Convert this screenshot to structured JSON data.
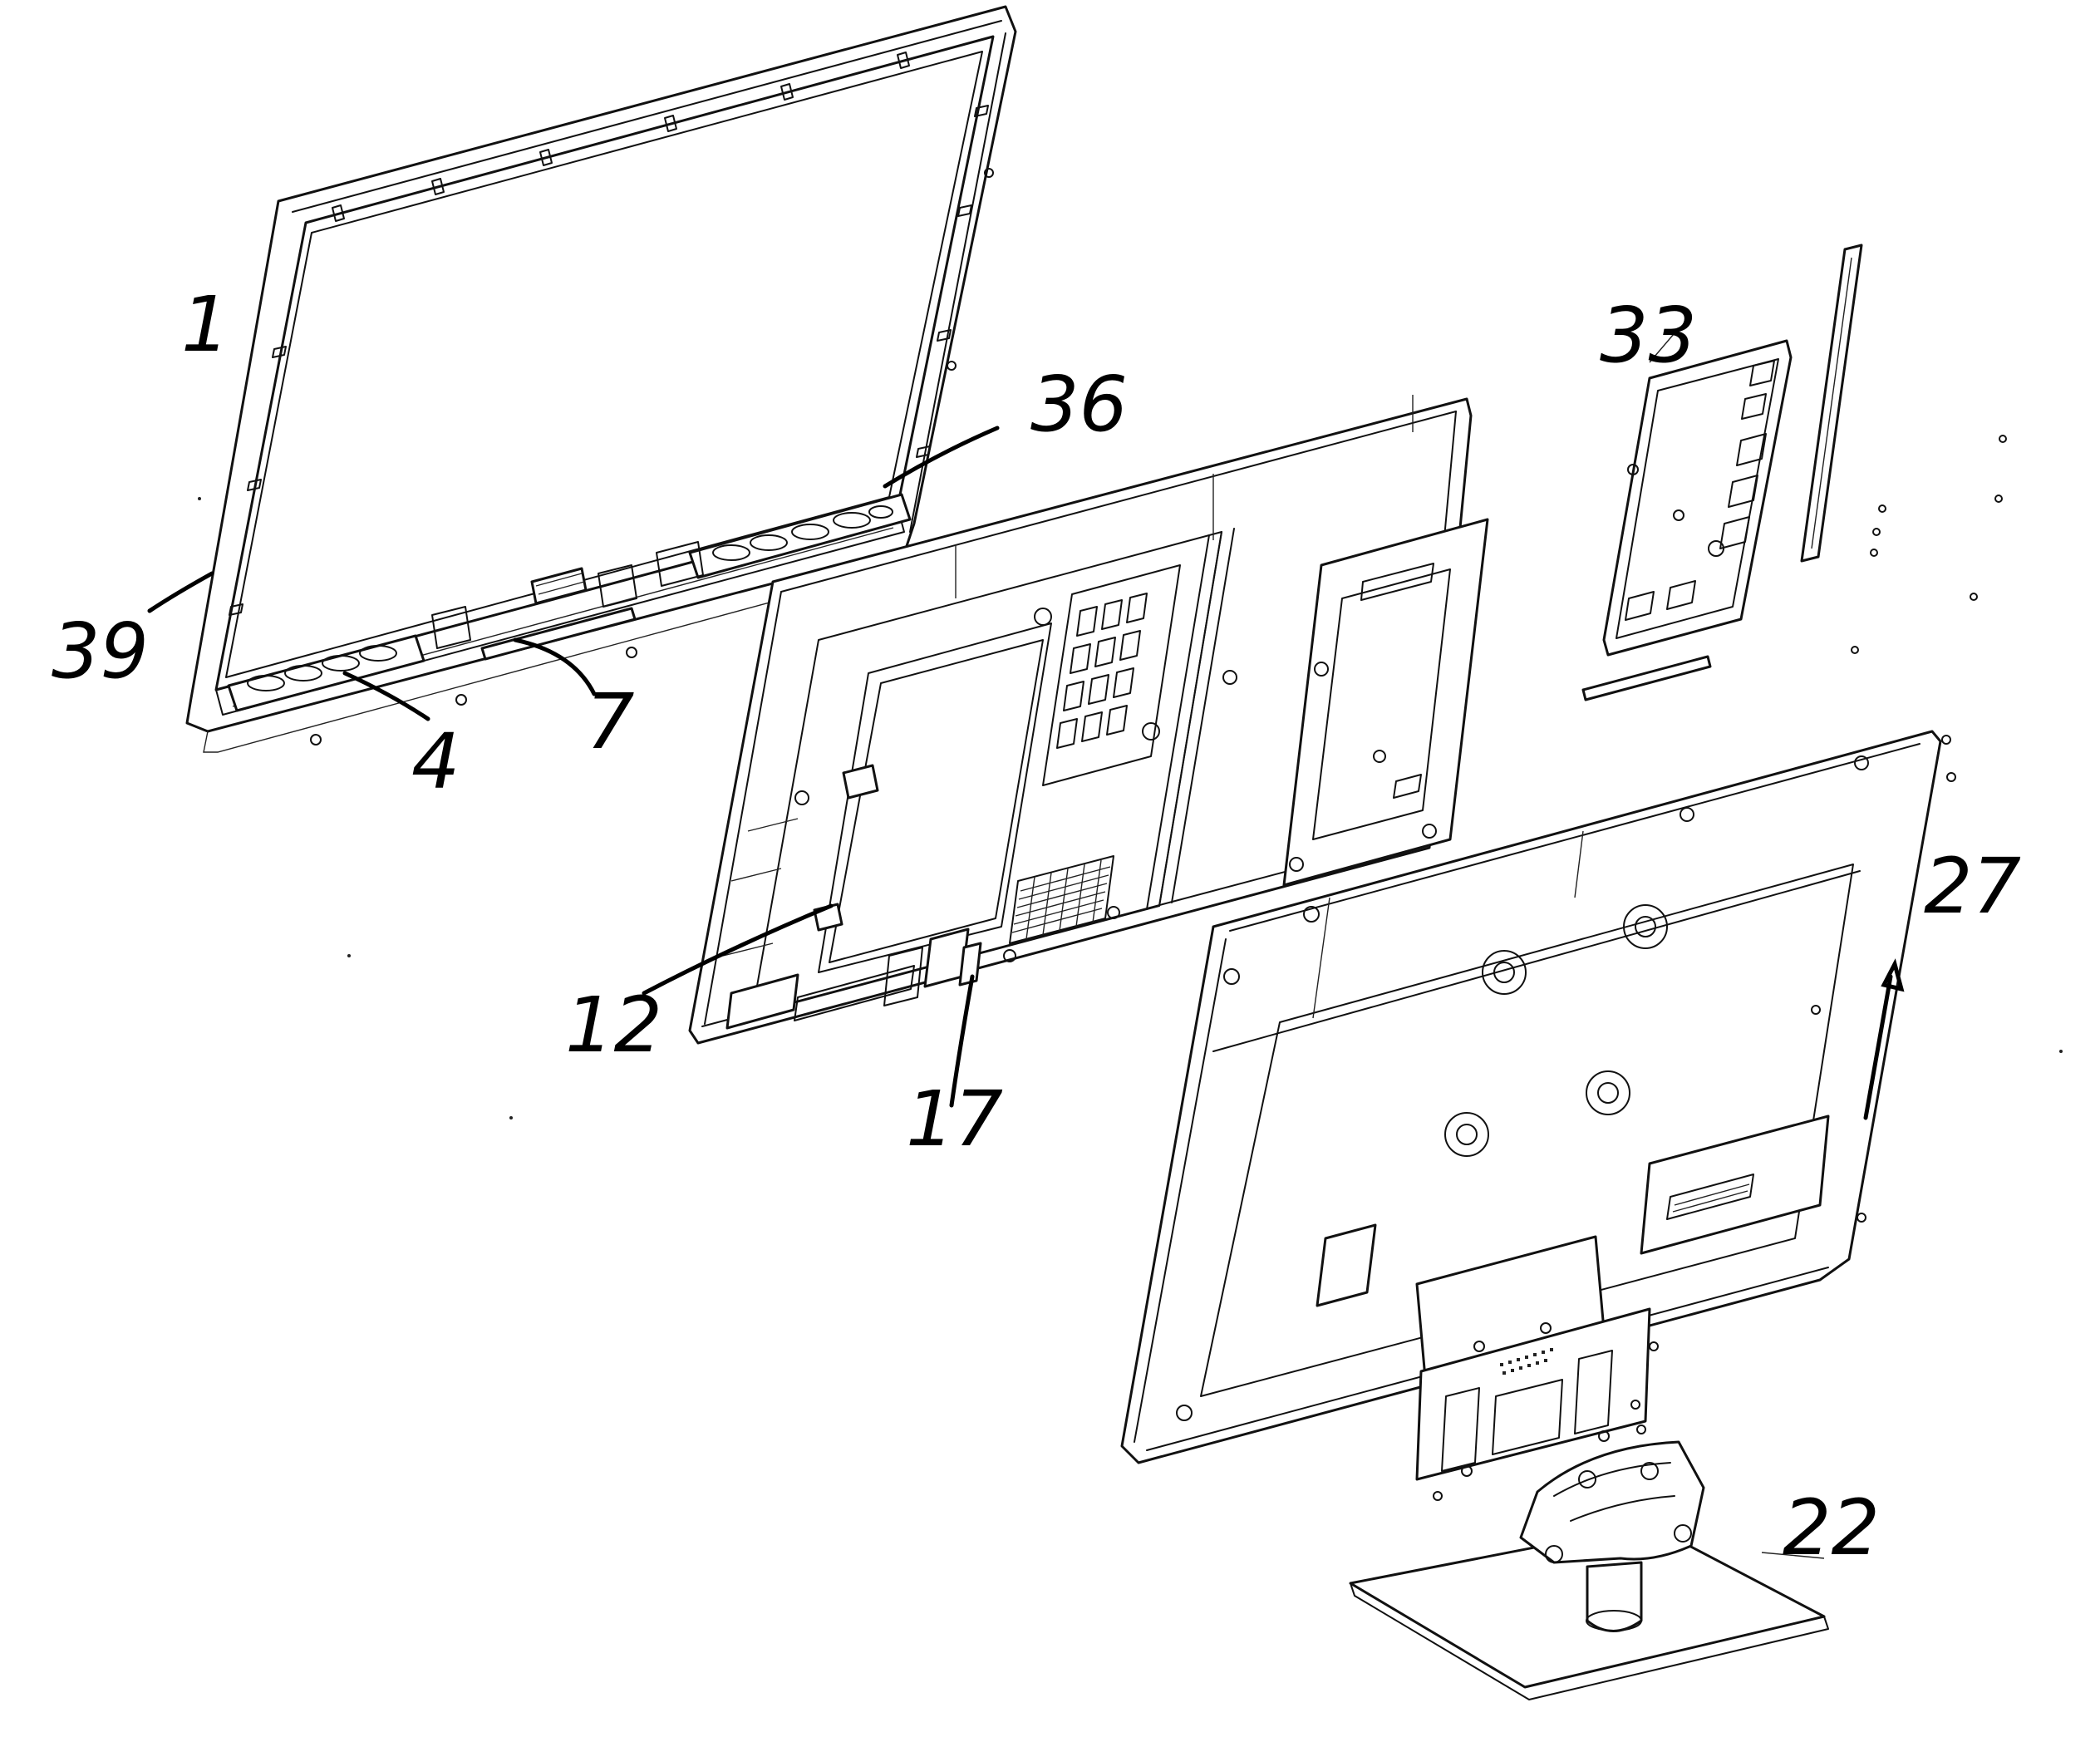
{
  "reference_numerals": [
    {
      "id": "ref-1",
      "label": "1"
    },
    {
      "id": "ref-39",
      "label": "39"
    },
    {
      "id": "ref-36",
      "label": "36"
    },
    {
      "id": "ref-4",
      "label": "4"
    },
    {
      "id": "ref-7",
      "label": "7"
    },
    {
      "id": "ref-33",
      "label": "33"
    },
    {
      "id": "ref-12",
      "label": "12"
    },
    {
      "id": "ref-17",
      "label": "17"
    },
    {
      "id": "ref-27",
      "label": "27"
    },
    {
      "id": "ref-22",
      "label": "22"
    }
  ],
  "components": [
    {
      "ref": "1",
      "icon": "front-bezel-frame"
    },
    {
      "ref": "39",
      "icon": "bezel-edge"
    },
    {
      "ref": "36",
      "icon": "speaker-bar"
    },
    {
      "ref": "4",
      "icon": "speaker"
    },
    {
      "ref": "7",
      "icon": "button-board"
    },
    {
      "ref": "33",
      "icon": "main-circuit-board"
    },
    {
      "ref": "12",
      "icon": "middle-chassis-frame"
    },
    {
      "ref": "17",
      "icon": "bracket"
    },
    {
      "ref": "27",
      "icon": "rear-cover"
    },
    {
      "ref": "22",
      "icon": "stand-base"
    }
  ]
}
